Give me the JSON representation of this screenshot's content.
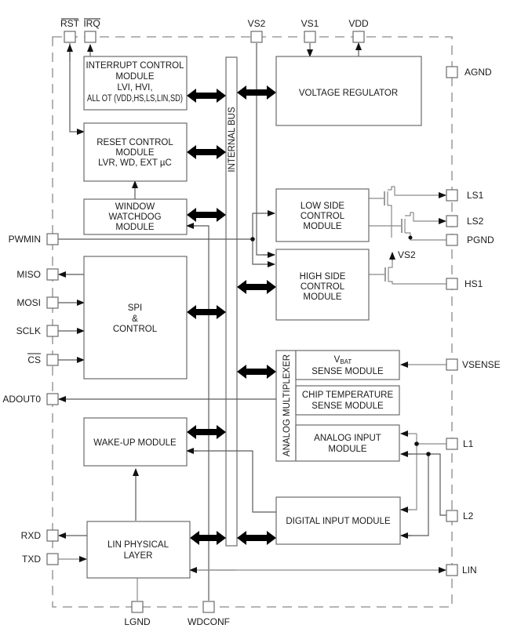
{
  "diagram": {
    "internal_bus_label": "INTERNAL BUS",
    "analog_mux_label": "ANALOG MULTIPLEXER",
    "pins": {
      "rst": "RST",
      "irq": "IRQ",
      "vs2_top": "VS2",
      "vs1": "VS1",
      "vdd": "VDD",
      "agnd": "AGND",
      "ls1": "LS1",
      "ls2": "LS2",
      "pgnd": "PGND",
      "vs2_hs": "VS2",
      "hs1": "HS1",
      "pwmin": "PWMIN",
      "miso": "MISO",
      "mosi": "MOSI",
      "sclk": "SCLK",
      "cs": "CS",
      "adout0": "ADOUT0",
      "vsense": "VSENSE",
      "l1": "L1",
      "l2": "L2",
      "rxd": "RXD",
      "txd": "TXD",
      "lin": "LIN",
      "lgnd": "LGND",
      "wdconf": "WDCONF"
    },
    "blocks": {
      "interrupt": [
        "INTERRUPT CONTROL",
        "MODULE",
        "LVI, HVI,",
        "ALL OT (VDD,HS,LS,LIN,SD)"
      ],
      "reset": [
        "RESET CONTROL",
        "MODULE",
        "LVR, WD, EXT µC"
      ],
      "watchdog": [
        "WINDOW",
        "WATCHDOG",
        "MODULE"
      ],
      "spi": [
        "SPI",
        "&",
        "CONTROL"
      ],
      "wakeup": [
        "WAKE-UP MODULE"
      ],
      "lin_phy": [
        "LIN PHYSICAL",
        "LAYER"
      ],
      "voltage_regulator": [
        "VOLTAGE REGULATOR"
      ],
      "low_side": [
        "LOW SIDE",
        "CONTROL",
        "MODULE"
      ],
      "high_side": [
        "HIGH SIDE",
        "CONTROL",
        "MODULE"
      ],
      "vbat_sense": {
        "main": "V",
        "sub": "BAT",
        "line2": "SENSE MODULE"
      },
      "chip_temp": [
        "CHIP TEMPERATURE",
        "SENSE MODULE"
      ],
      "analog_input": [
        "ANALOG INPUT",
        "MODULE"
      ],
      "digital_input": [
        "DIGITAL INPUT MODULE"
      ]
    }
  }
}
